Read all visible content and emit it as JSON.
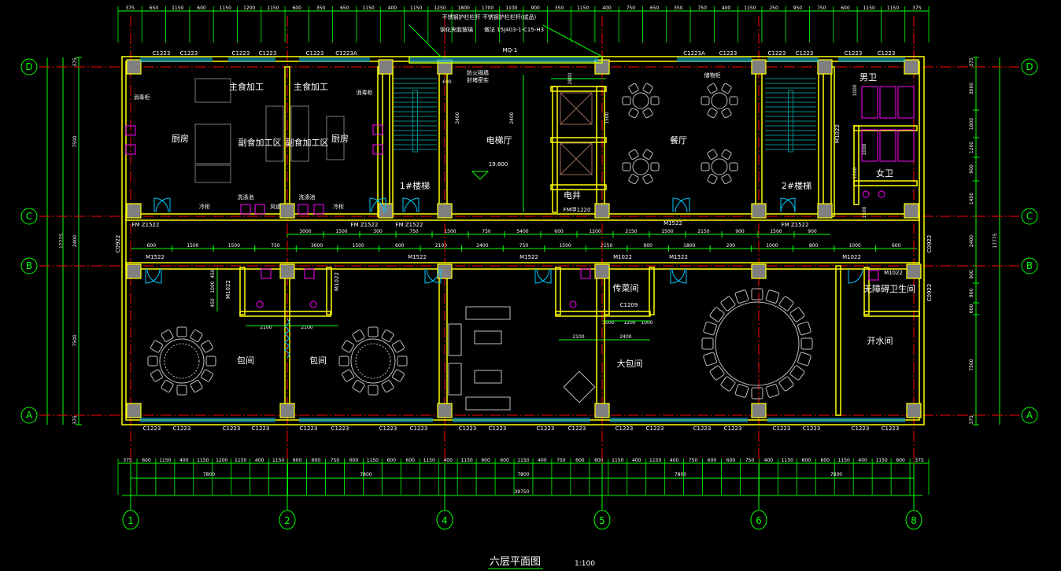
{
  "drawing": {
    "title": "六层平面图",
    "scale": "1:100"
  },
  "colors": {
    "background": "#000000",
    "wall": "#ffff00",
    "axis": "#ff0000",
    "dimension": "#00ff00",
    "window": "#00c8ff",
    "column": "#808080",
    "fixture": "#ff00ff",
    "furniture": "#c0c0c0",
    "stair": "#008b8b"
  },
  "axes": {
    "vertical": [
      "1",
      "2",
      "4",
      "5",
      "6",
      "8"
    ],
    "horizontal": [
      "D",
      "C",
      "B",
      "A"
    ]
  },
  "rooms": [
    "主食加工",
    "主食加工",
    "厨房",
    "副食加工区",
    "副食加工区",
    "厨房",
    "1#楼梯",
    "电梯厅",
    "餐厅",
    "电井",
    "2#楼梯",
    "男卫",
    "女卫",
    "包间",
    "包间",
    "传菜间",
    "大包间",
    "无障碍卫生间",
    "开水间"
  ],
  "top_windows": [
    "C1223",
    "C1223",
    "C1223",
    "C1223",
    "C1223",
    "C1223A",
    "C1223A",
    "C1223",
    "C1223",
    "C1223",
    "C1223",
    "C1223"
  ],
  "curtain_wall": "MQ-1",
  "bottom_windows": [
    "C1223",
    "C1223",
    "C1223",
    "C1223",
    "C1223",
    "C1223",
    "C1223",
    "C1223",
    "C1223",
    "C1223",
    "C1223",
    "C1223",
    "C1223",
    "C1223",
    "C1223",
    "C1223",
    "C1223",
    "C1223",
    "C1223",
    "C1223"
  ],
  "doors": [
    "FM Z1522",
    "FM Z1522",
    "FM Z1522",
    "FM Z1522",
    "FM甲1220",
    "M1522",
    "M1522",
    "M1522",
    "M1522",
    "M1522",
    "M1022",
    "M1022",
    "M1022",
    "M1022",
    "M1022",
    "M1022",
    "C1209",
    "C0922",
    "C0922",
    "C0922"
  ],
  "annotations": {
    "railing_1": "不锈钢护栏栏杆",
    "railing_2": "不锈钢护栏栏杆(成品)",
    "railing_method": "做法 15J403-1-C15-H3",
    "guard_note": "钢化夹胶玻璃",
    "fire_wall": "防火隔墙",
    "fire_seal": "封堵密实",
    "elevation": "19.800",
    "sink_1": "洗涤池",
    "sink_2": "洗涤池",
    "fridge_1": "冷柜",
    "fridge_2": "冷柜",
    "cabinet_1": "消毒柜",
    "cabinet_2": "消毒柜",
    "cabinet_3": "储物柜",
    "lift_shaft": "风道"
  },
  "dimensions": {
    "top_row": [
      "375",
      "650",
      "1150",
      "600",
      "1150",
      "1200",
      "1150",
      "600",
      "350",
      "650",
      "1150",
      "400",
      "1150",
      "1250",
      "1800",
      "1700",
      "1100",
      "900",
      "350",
      "1150",
      "400",
      "750",
      "650",
      "350",
      "750",
      "400",
      "1150",
      "250",
      "950",
      "750",
      "600",
      "1150",
      "1150",
      "375"
    ],
    "bottom_row": [
      "375",
      "600",
      "1150",
      "400",
      "1150",
      "1200",
      "1150",
      "400",
      "1150",
      "600",
      "600",
      "750",
      "600",
      "1150",
      "600",
      "600",
      "1150",
      "400",
      "1150",
      "600",
      "600",
      "1150",
      "400",
      "750",
      "600",
      "600",
      "1150",
      "400",
      "1150",
      "400",
      "750",
      "600",
      "600",
      "750",
      "400",
      "1150",
      "600",
      "600",
      "1150",
      "400",
      "1150",
      "600",
      "375"
    ],
    "bays": [
      "7800",
      "7800",
      "7800",
      "7800",
      "7800"
    ],
    "total": "39750",
    "left": [
      "375",
      "7500",
      "2400",
      "7500",
      "375",
      "17775"
    ],
    "right": [
      "375",
      "3000",
      "1800",
      "1200",
      "900",
      "1450",
      "2400",
      "900",
      "900",
      "600",
      "7500",
      "375",
      "17775"
    ],
    "corridor": [
      "3000",
      "1500",
      "300",
      "750",
      "1500",
      "750",
      "5400",
      "600",
      "1200",
      "2150",
      "1500",
      "2150",
      "900",
      "1500",
      "900"
    ],
    "corridor_lower": [
      "600",
      "1500",
      "1500",
      "750",
      "3600",
      "1500",
      "600",
      "2100",
      "2400",
      "750",
      "1500",
      "2150",
      "900",
      "1800",
      "200",
      "1000",
      "800",
      "1000",
      "600"
    ],
    "room_inner": [
      "2100",
      "2100",
      "2100",
      "2400",
      "1000",
      "1200",
      "1000",
      "2400",
      "2400",
      "1500",
      "600",
      "1000",
      "1500",
      "450",
      "1000",
      "450",
      "2800",
      "1000",
      "1200"
    ]
  }
}
